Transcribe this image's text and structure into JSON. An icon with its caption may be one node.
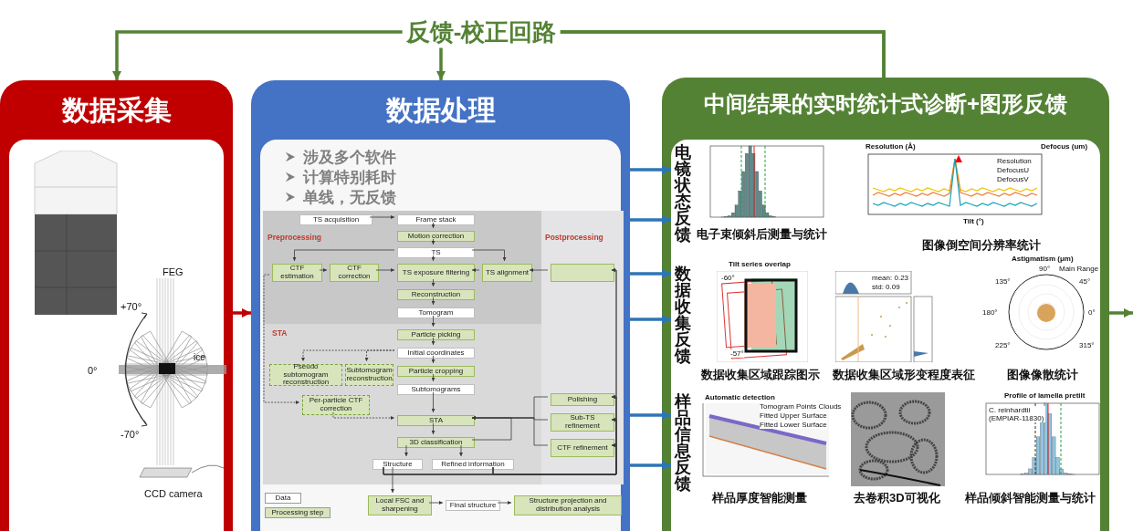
{
  "diagram": {
    "nodes": [
      {
        "text": [
          "数据采集"
        ]
      },
      {
        "text": [
          "数据处理",
          "涉及多个软件",
          "计算特别耗时",
          "单线，无反馈"
        ]
      },
      {
        "text": [
          "中间结果的实时统计式诊断+图形反馈"
        ]
      },
      {
        "text": [
          "电镜状态反馈"
        ],
        "in": 2
      },
      {
        "text": [
          "数据收集反馈"
        ],
        "in": 2
      },
      {
        "text": [
          "样品信息反馈"
        ],
        "in": 2
      },
      {
        "text": [
          "Preprocessing"
        ],
        "in": 1
      },
      {
        "text": [
          "Postprocessing"
        ],
        "in": 1
      },
      {
        "text": [
          "STA"
        ],
        "in": 1
      },
      {
        "text": [
          "TS acquisition"
        ],
        "in": 6
      },
      {
        "text": [
          "Frame stack"
        ],
        "in": 6
      },
      {
        "text": [
          "Motion correction"
        ],
        "in": 6
      },
      {
        "text": [
          "TS"
        ],
        "in": 6
      },
      {
        "text": [
          "CTF estimation"
        ],
        "in": 6
      },
      {
        "text": [
          "CTF correction"
        ],
        "in": 6
      },
      {
        "text": [
          "TS exposure filtering"
        ],
        "in": 6
      },
      {
        "text": [
          "TS alignment"
        ],
        "in": 6
      },
      {
        "text": [
          "Reconstruction"
        ],
        "in": 6
      },
      {
        "text": [
          "Tomogram"
        ],
        "in": 6
      },
      {
        "text": [],
        "shape": "box",
        "in": 7
      },
      {
        "text": [
          "Polishing"
        ],
        "in": 7
      },
      {
        "text": [
          "Sub-TS refinement"
        ],
        "in": 7
      },
      {
        "text": [
          "CTF refinement"
        ],
        "in": 7
      },
      {
        "text": [
          "Particle picking"
        ],
        "in": 8
      },
      {
        "text": [
          "Initial coordinates"
        ],
        "in": 8
      },
      {
        "text": [
          "Pseudo subtomogram reconstruction"
        ],
        "in": 8
      },
      {
        "text": [
          "Subtomogram reconstruction"
        ],
        "in": 8
      },
      {
        "text": [
          "Particle cropping"
        ],
        "in": 8
      },
      {
        "text": [
          "Subtomograms"
        ],
        "in": 8
      },
      {
        "text": [
          "Per-particle CTF correction"
        ],
        "in": 8
      },
      {
        "text": [
          "STA"
        ],
        "in": 8
      },
      {
        "text": [
          "3D classification"
        ],
        "in": 8
      },
      {
        "text": [
          "Structure"
        ],
        "in": 8
      },
      {
        "text": [
          "Refined information"
        ],
        "in": 8
      },
      {
        "text": [
          "Local FSC and sharpening"
        ],
        "in": 1
      },
      {
        "text": [
          "Final structure"
        ],
        "in": 1
      },
      {
        "text": [
          "Structure projection and distribution analysis"
        ],
        "in": 1
      }
    ],
    "edges": [
      {
        "from": 2,
        "to": 0,
        "arrow": "to",
        "label": "反馈-校正回路",
        "color": "#548235",
        "style": "thick"
      },
      {
        "from": 2,
        "to": 1,
        "arrow": "to",
        "color": "#548235",
        "style": "thick"
      },
      {
        "from": 0,
        "to": 1,
        "arrow": "to",
        "color": "#c00000",
        "style": "thick"
      },
      {
        "from": 1,
        "to": 3,
        "arrow": "to",
        "color": "#2e75b6",
        "style": "thick"
      },
      {
        "from": 1,
        "to": 3,
        "arrow": "to",
        "color": "#2e75b6",
        "style": "thick"
      },
      {
        "from": 1,
        "to": 4,
        "arrow": "to",
        "color": "#2e75b6",
        "style": "thick"
      },
      {
        "from": 1,
        "to": 4,
        "arrow": "to",
        "color": "#2e75b6",
        "style": "thick"
      },
      {
        "from": 1,
        "to": 5,
        "arrow": "to",
        "color": "#2e75b6",
        "style": "thick"
      },
      {
        "from": 1,
        "to": 5,
        "arrow": "to",
        "color": "#2e75b6",
        "style": "thick"
      },
      {
        "from": 2,
        "to": null,
        "arrow": "to",
        "color": "#548235",
        "style": "thick"
      },
      {
        "from": 9,
        "to": 10,
        "arrow": "to"
      },
      {
        "from": 10,
        "to": 11,
        "arrow": "to"
      },
      {
        "from": 11,
        "to": 12,
        "arrow": "to"
      },
      {
        "from": 12,
        "to": 13,
        "arrow": "to"
      },
      {
        "from": 12,
        "to": 15,
        "arrow": "to"
      },
      {
        "from": 12,
        "to": 16,
        "arrow": "to"
      },
      {
        "from": 13,
        "to": 14,
        "arrow": "to"
      },
      {
        "from": 14,
        "to": 15,
        "arrow": "to"
      },
      {
        "from": 16,
        "to": 15,
        "arrow": "to"
      },
      {
        "from": 19,
        "to": 16,
        "arrow": "to"
      },
      {
        "from": 15,
        "to": 17,
        "arrow": "to"
      },
      {
        "from": 17,
        "to": 18,
        "arrow": "to"
      },
      {
        "from": 18,
        "to": 23,
        "arrow": "to"
      },
      {
        "from": 23,
        "to": 24,
        "arrow": "to"
      },
      {
        "from": 24,
        "to": 27,
        "arrow": "to"
      },
      {
        "from": 27,
        "to": 28,
        "arrow": "to"
      },
      {
        "from": 28,
        "to": 30,
        "arrow": "to"
      },
      {
        "from": 30,
        "to": 31,
        "arrow": "to"
      },
      {
        "from": 31,
        "to": 32,
        "arrow": "to"
      },
      {
        "from": 31,
        "to": 33,
        "arrow": "to"
      },
      {
        "from": 32,
        "to": 34,
        "arrow": "to"
      },
      {
        "from": 34,
        "to": 35,
        "arrow": "to"
      },
      {
        "from": 35,
        "to": 36,
        "arrow": "to"
      },
      {
        "from": 24,
        "to": 25,
        "arrow": "to",
        "style": "dashed"
      },
      {
        "from": 24,
        "to": 26,
        "arrow": "to",
        "style": "dashed"
      },
      {
        "from": 13,
        "to": 29,
        "arrow": "to",
        "style": "dashed"
      },
      {
        "from": 29,
        "to": 30,
        "arrow": "to",
        "style": "dashed"
      },
      {
        "from": 32,
        "to": 19,
        "arrow": "to"
      },
      {
        "from": 32,
        "to": 20,
        "arrow": "to"
      },
      {
        "from": 32,
        "to": 21,
        "arrow": "to"
      },
      {
        "from": 32,
        "to": 22,
        "arrow": "to"
      },
      {
        "from": 33,
        "to": 19,
        "arrow": "to"
      },
      {
        "from": 33,
        "to": 20,
        "arrow": "to"
      },
      {
        "from": 33,
        "to": 21,
        "arrow": "to"
      },
      {
        "from": 33,
        "to": 22,
        "arrow": "to"
      },
      {
        "from": 20,
        "to": 30,
        "arrow": "to"
      },
      {
        "from": 21,
        "to": 30,
        "arrow": "to"
      },
      {
        "from": 22,
        "to": 30,
        "arrow": "to"
      },
      {
        "from": 31,
        "to": 30,
        "arrow": "to"
      }
    ],
    "labels": [
      "FEG",
      "+70°",
      "0°",
      "-70°",
      "ice",
      "CCD camera",
      "电子束倾斜后测量与统计",
      "Resolution (Å)",
      "Defocus (um)",
      "Resolution",
      "DefocusU",
      "DefocusV",
      "Tilt (°)",
      "图像倒空间分辨率统计",
      "Tilt series overlap",
      "-60°",
      "-57°",
      "数据收集区域跟踪图示",
      "mean: 0.23",
      "std: 0.09",
      "数据收集区域形变程度表征",
      "Astigmatism (μm)",
      "90°",
      "Main Range",
      "135°",
      "45°",
      "180°",
      "0°",
      "225°",
      "315°",
      "图像像散统计",
      "Automatic detection",
      "Tomogram Points Clouds",
      "Fitted Upper Surface",
      "Fitted Lower Surface",
      "样品厚度智能测量",
      "去卷积3D可视化",
      "Profile of lamella pretilt",
      "C. reinhardtii (EMPIAR-11830)",
      "样品倾斜智能测量与统计"
    ],
    "legend": [
      {
        "text": "Data",
        "color": "#ffffff"
      },
      {
        "text": "Processing step",
        "color": "#d8e4bc"
      }
    ]
  }
}
